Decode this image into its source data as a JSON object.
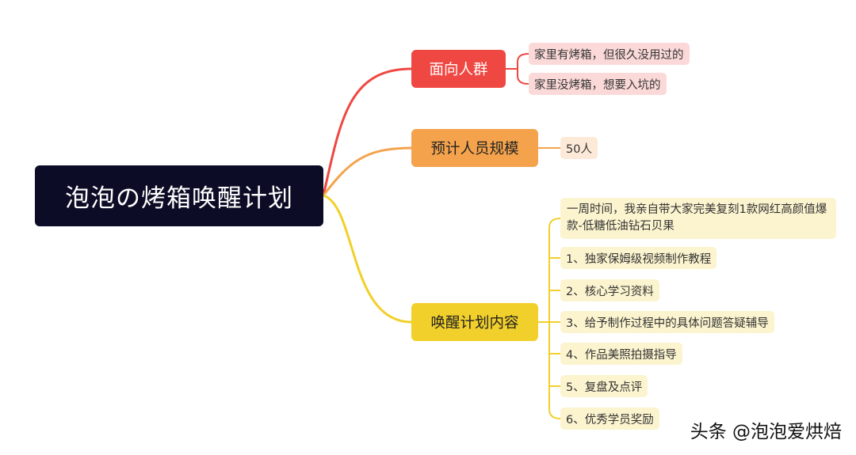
{
  "root": {
    "label": "泡泡の烤箱唤醒计划"
  },
  "branches": [
    {
      "label": "面向人群",
      "color": "#ef4742",
      "leaf_bg": "#fbd9d8",
      "children": [
        "家里有烤箱，但很久没用过的",
        "家里没烤箱，想要入坑的"
      ]
    },
    {
      "label": "预计人员规模",
      "color": "#f4a34c",
      "leaf_bg": "#fde9d8",
      "children": [
        "50人"
      ]
    },
    {
      "label": "唤醒计划内容",
      "color": "#f2d02b",
      "leaf_bg": "#fcf4cf",
      "children": [
        "一周时间，我亲自带大家完美复刻1款网红高颜值爆款-低糖低油钻石贝果",
        "1、独家保姆级视频制作教程",
        "2、核心学习资料",
        "3、给予制作过程中的具体问题答疑辅导",
        "4、作品美照拍摄指导",
        "5、复盘及点评",
        "6、优秀学员奖励"
      ]
    }
  ],
  "watermark": "头条 @泡泡爱烘焙"
}
